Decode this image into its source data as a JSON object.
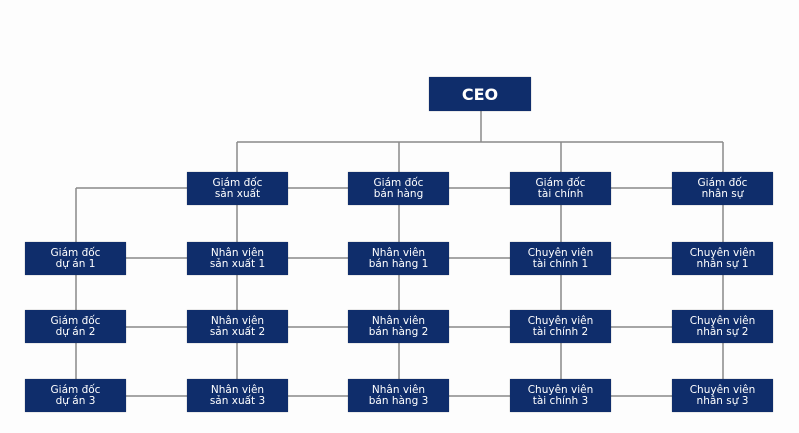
{
  "colors": {
    "box": "#0f2d6b",
    "line": "#8a8a8a",
    "text": "#ffffff"
  },
  "ceo": "CEO",
  "columns": [
    {
      "rows": [
        [
          "Giám đốc",
          "dự án 1"
        ],
        [
          "Giám đốc",
          "dự án 2"
        ],
        [
          "Giám đốc",
          "dự án 3"
        ]
      ]
    },
    {
      "head": [
        "Giám đốc",
        "sản xuất"
      ],
      "rows": [
        [
          "Nhân viên",
          "sản xuất 1"
        ],
        [
          "Nhân viên",
          "sản xuất 2"
        ],
        [
          "Nhân viên",
          "sản xuất 3"
        ]
      ]
    },
    {
      "head": [
        "Giám đốc",
        "bán hàng"
      ],
      "rows": [
        [
          "Nhân viên",
          "bán hàng 1"
        ],
        [
          "Nhân viên",
          "bán hàng 2"
        ],
        [
          "Nhân viên",
          "bán hàng 3"
        ]
      ]
    },
    {
      "head": [
        "Giám đốc",
        "tài chính"
      ],
      "rows": [
        [
          "Chuyên viên",
          "tài chính 1"
        ],
        [
          "Chuyên viên",
          "tài chính 2"
        ],
        [
          "Chuyên viên",
          "tài chính 3"
        ]
      ]
    },
    {
      "head": [
        "Giám đốc",
        "nhân sự"
      ],
      "rows": [
        [
          "Chuyên viên",
          "nhân sự 1"
        ],
        [
          "Chuyên viên",
          "nhân sự 2"
        ],
        [
          "Chuyên viên",
          "nhân sự 3"
        ]
      ]
    }
  ]
}
